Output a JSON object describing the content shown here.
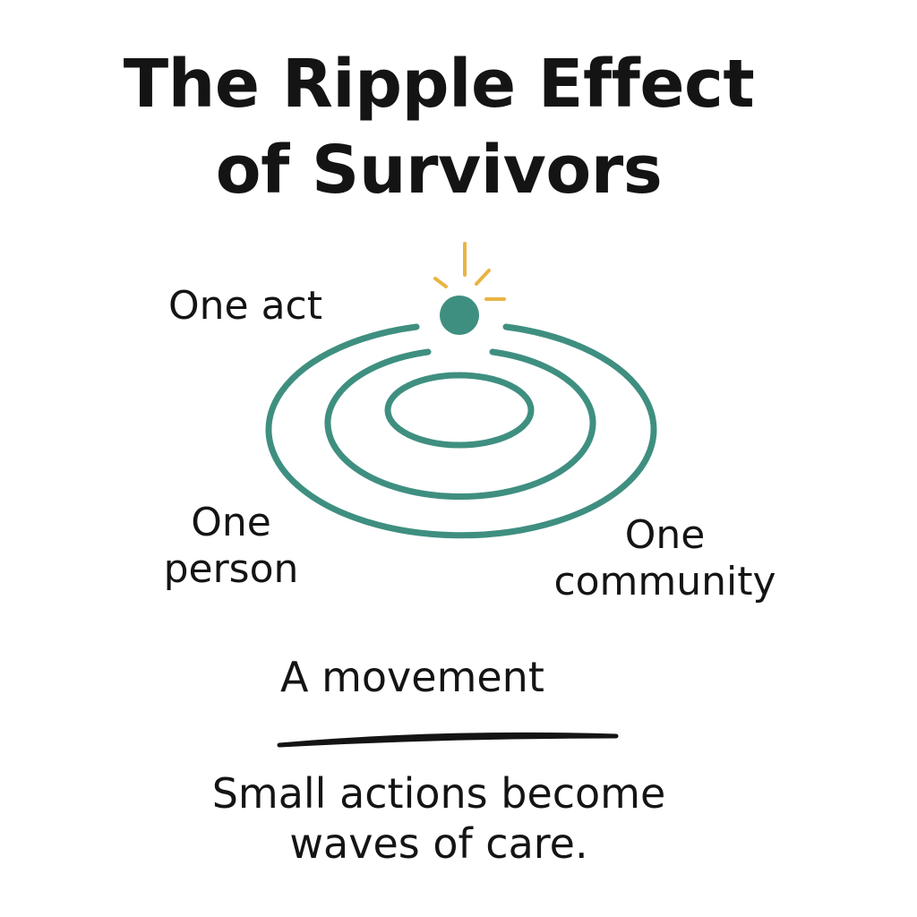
{
  "title": {
    "line1": "The Ripple Effect",
    "line2": "of Survivors"
  },
  "ripple": {
    "labels": {
      "center": "One act",
      "inner_left_line1": "One",
      "inner_left_line2": "person",
      "right_line1": "One",
      "right_line2": "community",
      "outer": "A movement"
    },
    "ring_color": "#3f8f80",
    "drop_color": "#3f8f80",
    "spark_color": "#e8b544"
  },
  "tagline": {
    "line1": "Small actions become",
    "line2": "waves of care."
  }
}
